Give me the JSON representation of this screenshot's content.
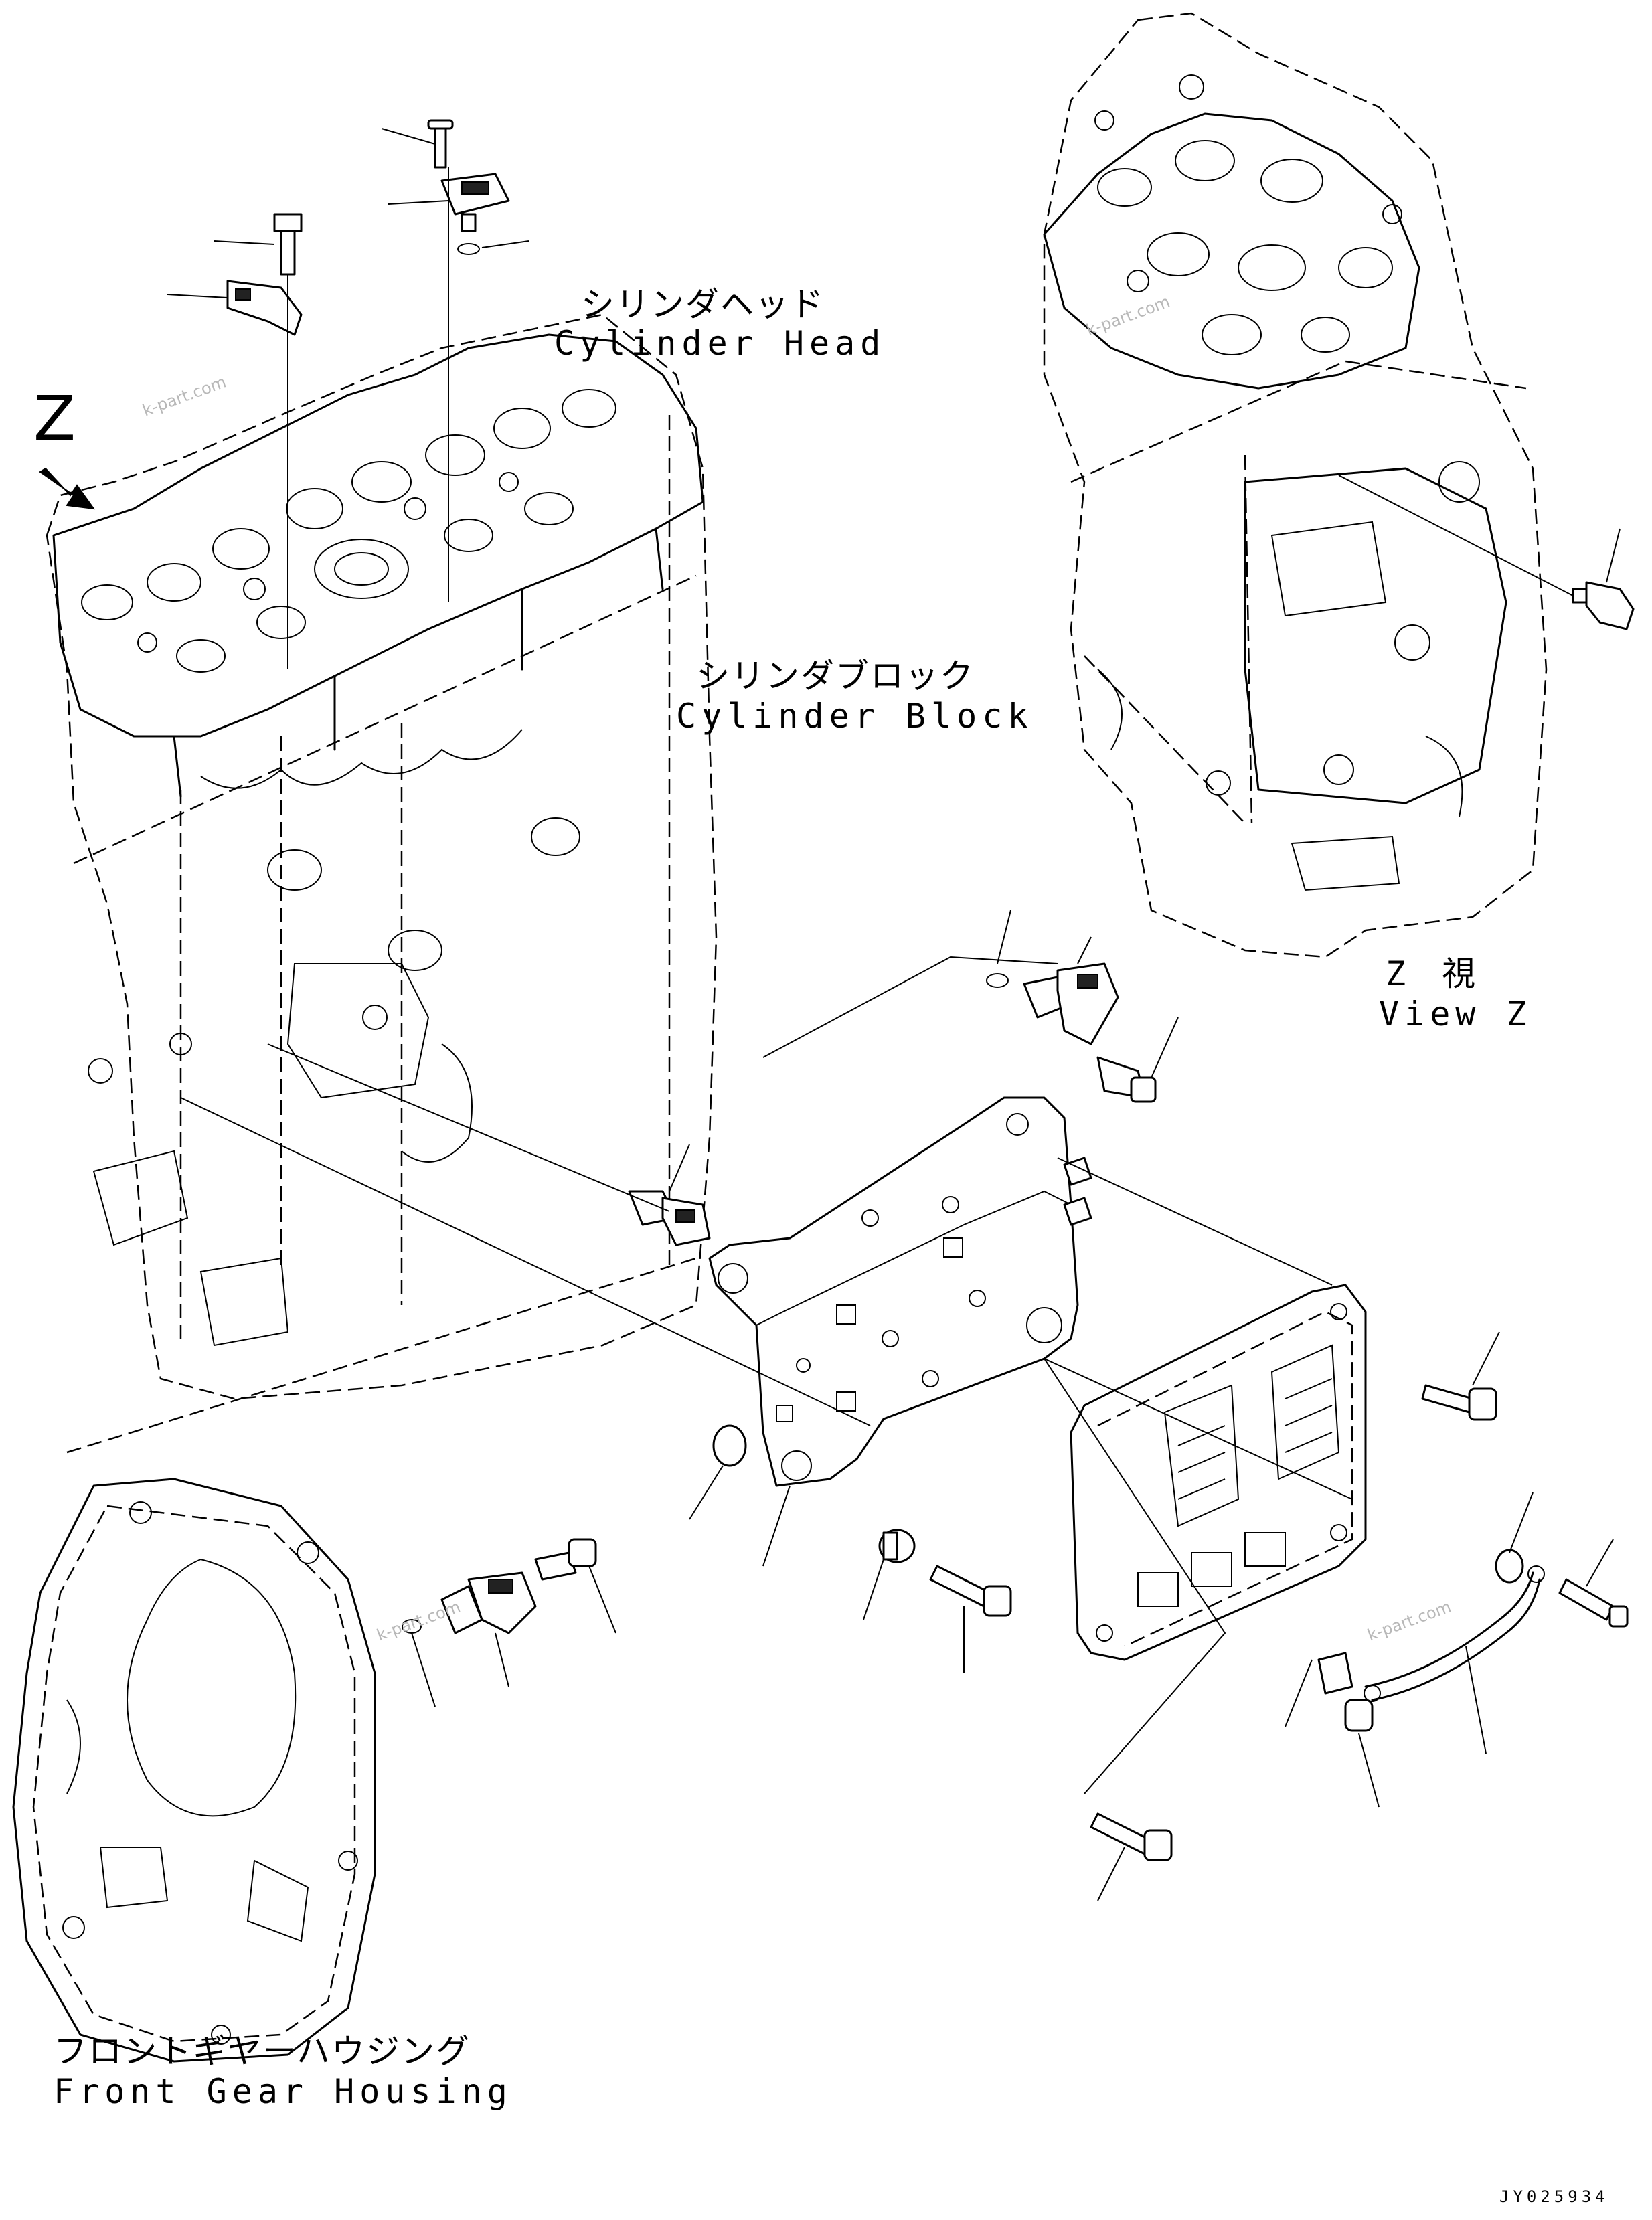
{
  "labels": {
    "cylinder_head_jp": "シリンダヘッド",
    "cylinder_head_en": "Cylinder Head",
    "cylinder_block_jp": "シリンダブロック",
    "cylinder_block_en": "Cylinder Block",
    "view_z_jp": "Z　視",
    "view_z_en": "View Z",
    "front_gear_housing_jp": "フロントギヤーハウジング",
    "front_gear_housing_en": "Front Gear Housing",
    "z_marker": "Z",
    "drawing_code": "JY025934"
  },
  "watermarks": [
    "k-part.com",
    "k-part.com",
    "k-part.com",
    "k-part.com"
  ],
  "icons": {
    "view_arrow": "view-direction-arrow-icon"
  }
}
